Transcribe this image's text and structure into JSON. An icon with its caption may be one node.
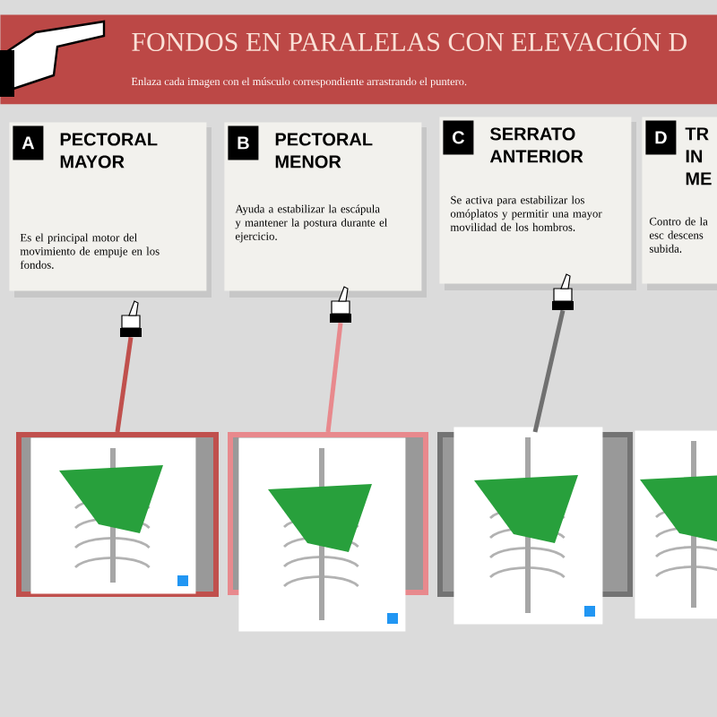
{
  "diagram": {
    "title": "FONDOS EN PARALELAS CON ELEVACIÓN D",
    "nodes": [
      {
        "text": [
          "Enlaza cada imagen con el músculo correspondiente arrastrando el puntero."
        ]
      },
      {
        "text": [
          "A",
          "PECTORAL MAYOR",
          "Es el principal motor del movimiento de empuje en los fondos."
        ]
      },
      {
        "text": [
          "B",
          "PECTORAL MENOR",
          "Ayuda a estabilizar la escápula y mantener la postura durante el ejercicio."
        ]
      },
      {
        "text": [
          "C",
          "SERRATO ANTERIOR",
          "Se activa para estabilizar los omóplatos y permitir una mayor movilidad de los hombros."
        ]
      },
      {
        "text": [
          "D",
          "TR IN ME",
          "Contro de la esc descens subida."
        ]
      },
      {
        "text": [],
        "shape": "picture"
      },
      {
        "text": [],
        "shape": "picture"
      },
      {
        "text": [],
        "shape": "picture"
      },
      {
        "text": [],
        "shape": "box"
      },
      {
        "text": [],
        "shape": "box"
      },
      {
        "text": [],
        "shape": "box"
      },
      {
        "text": [],
        "shape": "picture",
        "in": 8
      },
      {
        "text": [],
        "shape": "picture"
      },
      {
        "text": [],
        "shape": "picture"
      },
      {
        "text": [],
        "shape": "picture"
      }
    ],
    "edges": [
      {
        "from": 5,
        "to": 8,
        "arrow": "none",
        "color": "#c0504d"
      },
      {
        "from": 6,
        "to": 9,
        "arrow": "none",
        "color": "#e8898d"
      },
      {
        "from": 7,
        "to": 10,
        "arrow": "none",
        "color": "#707070"
      }
    ]
  }
}
